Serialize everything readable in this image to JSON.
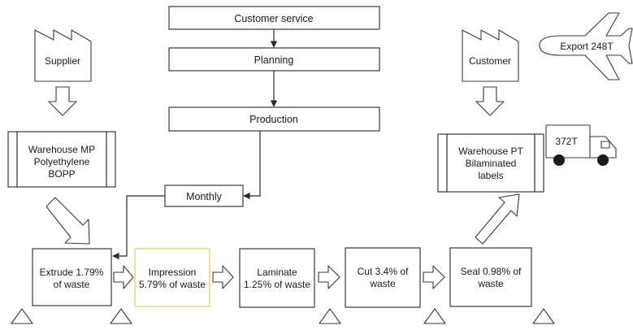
{
  "flow": {
    "customer_service": "Customer service",
    "planning": "Planning",
    "production": "Production",
    "monthly": "Monthly"
  },
  "supplier": {
    "label": "Supplier"
  },
  "customer": {
    "label": "Customer"
  },
  "export": {
    "label": "Export 248T"
  },
  "truck": {
    "label": "372T"
  },
  "warehouse_mp": {
    "line1": "Warehouse MP",
    "line2": "Polyethylene",
    "line3": "BOPP"
  },
  "warehouse_pt": {
    "line1": "Warehouse PT",
    "line2": "Bilaminated",
    "line3": "labels"
  },
  "processes": [
    {
      "line1": "Extrude 1.79%",
      "line2": "of waste"
    },
    {
      "line1": "Impression",
      "line2": "5.79% of waste"
    },
    {
      "line1": "Laminate",
      "line2": "1.25% of waste"
    },
    {
      "line1": "Cut 3.4% of",
      "line2": "waste"
    },
    {
      "line1": "Seal 0.98% of",
      "line2": "waste"
    }
  ],
  "colors": {
    "stroke": "#3a3a3a",
    "highlight_border": "#e6cf80",
    "background": "#ffffff"
  }
}
